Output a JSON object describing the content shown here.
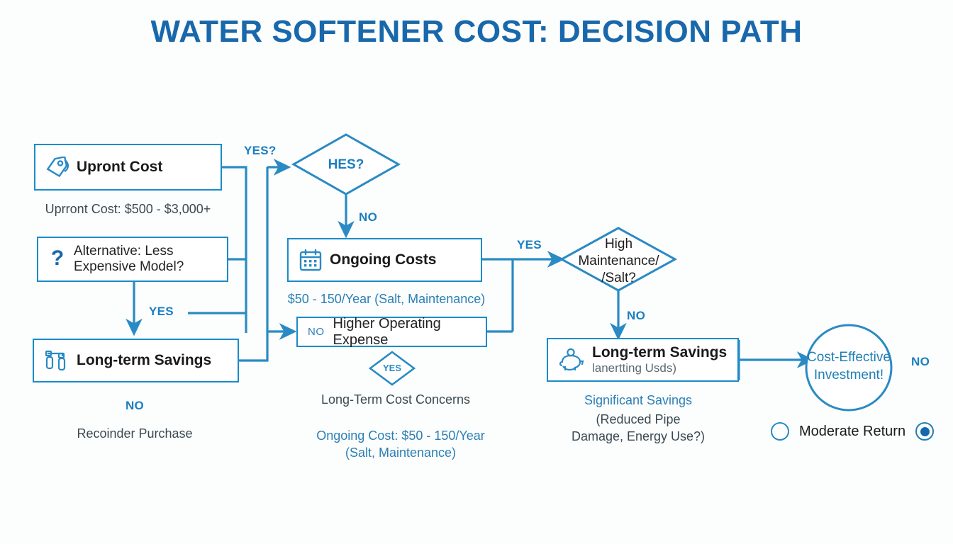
{
  "page": {
    "title": "WATER SOFTENER COST: DECISION PATH",
    "background_color": "#fcfdfd",
    "accent_color": "#1a8cc8",
    "title_color": "#1868ab"
  },
  "nodes": {
    "upfront_cost": {
      "label": "Upront Cost",
      "icon": "price-tag-icon",
      "caption": "Uprront Cost: $500 - $3,000+"
    },
    "alternative_model": {
      "label_line1": "Alternative: Less",
      "label_line2": "Expensive Model?",
      "icon": "question-mark-icon"
    },
    "long_term_savings_left": {
      "label": "Long-term Savings",
      "icon": "water-filter-icon",
      "edge_label": "NO",
      "caption": "Recoinder Purchase"
    },
    "hes_decision": {
      "label": "HES?",
      "out_label": "NO"
    },
    "ongoing_costs": {
      "label": "Ongoing Costs",
      "icon": "calendar-icon",
      "caption": "$50 - 150/Year (Salt, Maintenance)"
    },
    "higher_operating_expense": {
      "prefix": "NO",
      "label": "Higher Operating Expense",
      "diamond_label": "YES",
      "caption": "Long-Term Cost Concerns",
      "caption2_line1": "Ongoing Cost: $50 - 150/Year",
      "caption2_line2": "(Salt, Maintenance)"
    },
    "high_maintenance": {
      "label_line1": "High",
      "label_line2": "Maintenance/",
      "label_line3": "/Salt?",
      "in_label": "YES",
      "out_label": "NO"
    },
    "long_term_savings_right": {
      "label": "Long-term Savings",
      "sublabel": "lanertting Usds)",
      "icon": "piggy-bank-icon",
      "caption_blue": "Significant Savings",
      "caption_line1": "(Reduced Pipe",
      "caption_line2": "Damage, Energy Use?)"
    },
    "outcome": {
      "label_line1": "Cost-Effective",
      "label_line2": "Investment!",
      "side_label": "NO"
    }
  },
  "edges": {
    "upfront_to_hes": "YES?",
    "alternative_yes": "YES"
  },
  "legend": {
    "empty_circle_name": "moderate-return-empty-circle",
    "label": "Moderate Return",
    "filled_radio_name": "selected-radio"
  }
}
